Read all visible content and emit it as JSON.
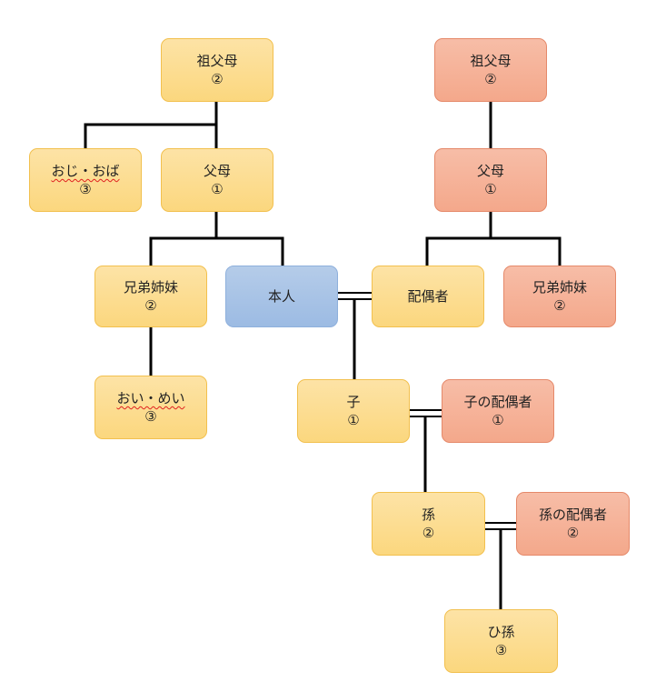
{
  "nodes": {
    "gp_left": {
      "name": "祖父母",
      "degree": "②",
      "color": "#fbd77e"
    },
    "gp_right": {
      "name": "祖父母",
      "degree": "②",
      "color": "#f4a88b"
    },
    "uncle_aunt": {
      "name": "おじ・おば",
      "degree": "③",
      "color": "#fbd77e"
    },
    "parent_left": {
      "name": "父母",
      "degree": "①",
      "color": "#fbd77e"
    },
    "parent_right": {
      "name": "父母",
      "degree": "①",
      "color": "#f4a88b"
    },
    "sibling_left": {
      "name": "兄弟姉妹",
      "degree": "②",
      "color": "#fbd77e"
    },
    "self": {
      "name": "本人",
      "color": "#9cbbe3"
    },
    "spouse": {
      "name": "配偶者",
      "color": "#fbd77e"
    },
    "sibling_right": {
      "name": "兄弟姉妹",
      "degree": "②",
      "color": "#f4a88b"
    },
    "nephew_niece": {
      "name": "おい・めい",
      "degree": "③",
      "color": "#fbd77e"
    },
    "child": {
      "name": "子",
      "degree": "①",
      "color": "#fbd77e"
    },
    "child_spouse": {
      "name": "子の配偶者",
      "degree": "①",
      "color": "#f4a88b"
    },
    "grandchild": {
      "name": "孫",
      "degree": "②",
      "color": "#fbd77e"
    },
    "grandchild_spouse": {
      "name": "孫の配偶者",
      "degree": "②",
      "color": "#f4a88b"
    },
    "great_grandchild": {
      "name": "ひ孫",
      "degree": "③",
      "color": "#fbd77e"
    }
  }
}
